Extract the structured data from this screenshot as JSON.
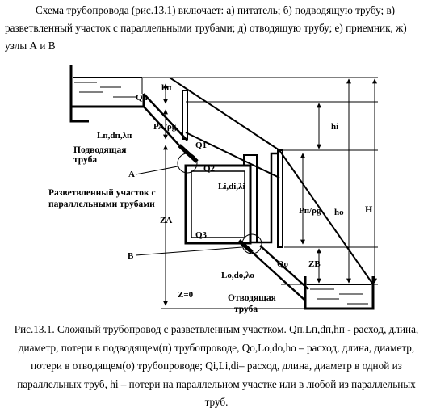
{
  "intro_text": "Схема трубопровода (рис.13.1) включает:  а) питатель; б) подводящую трубу; в) разветвленный участок с параллельными трубами;  д) отводящую трубу; е) приемник, ж) узлы А и В",
  "diagram": {
    "labels": {
      "h_p": "hп",
      "Q_p": "Qп",
      "pressure_A": "PA/ρg",
      "supply_params": "Lп,dп,λп",
      "supply_pipe_l1": "Подводящая",
      "supply_pipe_l2": "труба",
      "node_A": "A",
      "branch_l1": "Разветвленный участок с",
      "branch_l2": "параллельными трубами",
      "Q1": "Q1",
      "Q2": "Q2",
      "Q3": "Q3",
      "branch_params": "Li,di,λi",
      "Z_A": "ZA",
      "node_B": "B",
      "Z_zero": "Z=0",
      "h_i": "hi",
      "pressure_B": "Pп/ρg",
      "h_o": "hо",
      "H": "H",
      "Z_B": "ZB",
      "Q_o": "Qо",
      "outlet_params": "Lо,dо,λо",
      "outlet_pipe_l1": "Отводящая",
      "outlet_pipe_l2": "труба"
    }
  },
  "caption_text": "Рис.13.1. Сложный трубопровод с разветвленным участком. Qп,Lп,dп,hп  - расход, длина, диаметр, потери в  подводящем(п) трубопроводе, Qо,Lо,dо,hо – расход, длина, диаметр, потери в  отводящем(о) трубопроводе; Qi,Li,di– расход, длина, диаметр в одной из параллельных труб, hi – потери на параллельном участке или в любой из параллельных труб."
}
